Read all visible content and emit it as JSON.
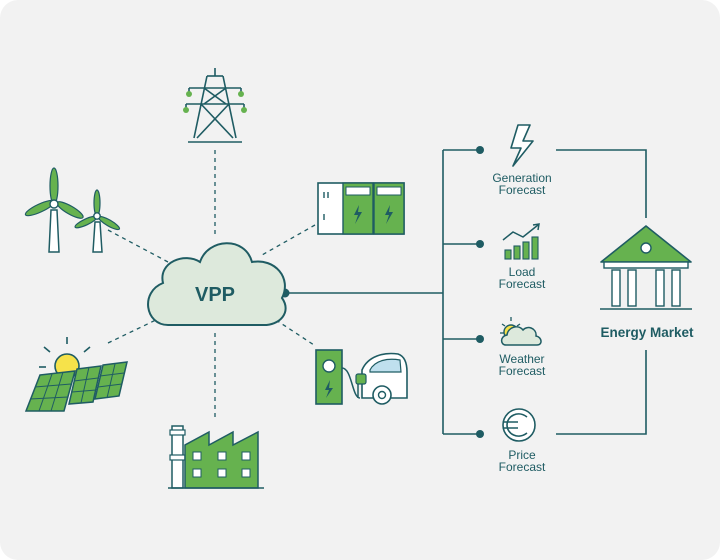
{
  "hub": {
    "label": "VPP"
  },
  "market": {
    "label": "Energy Market"
  },
  "forecasts": [
    {
      "line1": "Generation",
      "line2": "Forecast",
      "icon": "lightning-icon"
    },
    {
      "line1": "Load",
      "line2": "Forecast",
      "icon": "bar-chart-trend-icon"
    },
    {
      "line1": "Weather",
      "line2": "Forecast",
      "icon": "sun-cloud-icon"
    },
    {
      "line1": "Price",
      "line2": "Forecast",
      "icon": "euro-coin-icon"
    }
  ],
  "sources": [
    "power-pylon-icon",
    "wind-turbines-icon",
    "battery-storage-icon",
    "solar-panels-icon",
    "ev-charger-icon",
    "factory-icon"
  ],
  "colors": {
    "background": "#f2f2f2",
    "outline": "#1f5c63",
    "green": "#66b24f",
    "cloud_fill": "#dde9dc",
    "sun": "#f6e24a",
    "dark_green": "#2e7d32"
  }
}
